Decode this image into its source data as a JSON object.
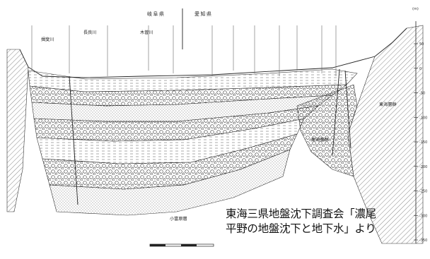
{
  "figure": {
    "prefecture_labels": [
      "岐阜県",
      "愛知県"
    ],
    "river_labels": [
      "揖斐川",
      "長良川",
      "木曽川"
    ],
    "unit_labels": [
      "小富原層",
      "東海層群",
      "東海層群"
    ],
    "scale_unit": "(m)",
    "right_ticks": [
      "50",
      "0",
      "-50",
      "-100",
      "-150",
      "-200",
      "-250",
      "-300",
      "-350"
    ],
    "caption_lines": [
      "東海三県地盤沈下調査会「濃尾",
      "平野の地盤沈下と地下水」より"
    ]
  }
}
